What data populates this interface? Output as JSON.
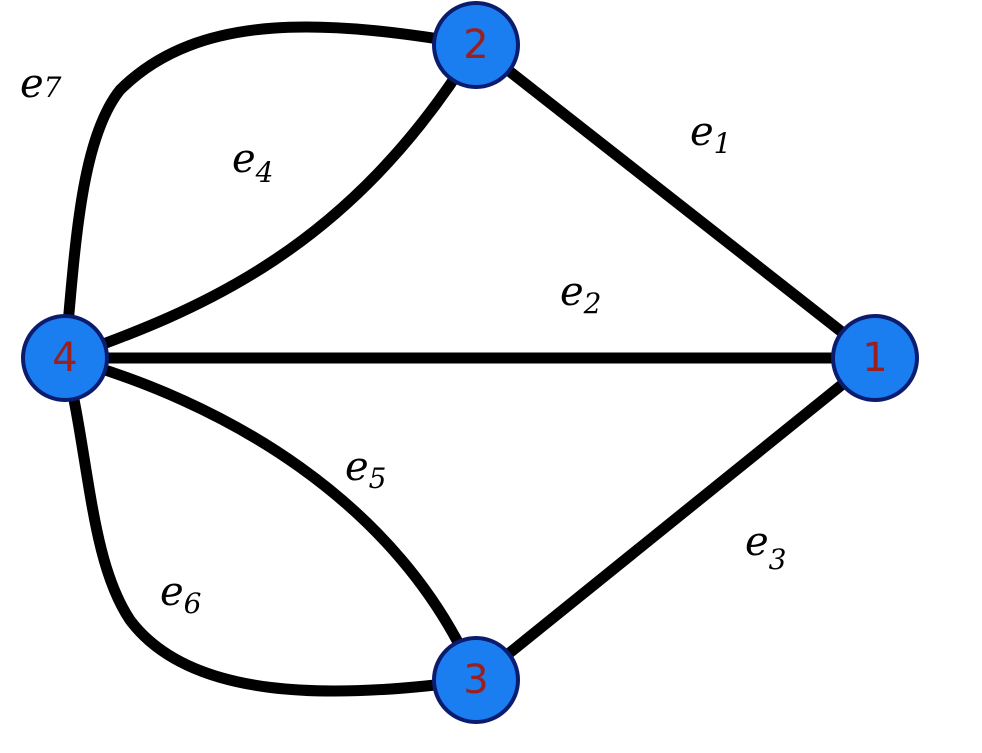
{
  "graph": {
    "nodes": [
      {
        "id": "1",
        "label": "1"
      },
      {
        "id": "2",
        "label": "2"
      },
      {
        "id": "3",
        "label": "3"
      },
      {
        "id": "4",
        "label": "4"
      }
    ],
    "edges": [
      {
        "id": "e1",
        "from": "2",
        "to": "1",
        "label_letter": "e",
        "label_sub": "1"
      },
      {
        "id": "e2",
        "from": "4",
        "to": "1",
        "label_letter": "e",
        "label_sub": "2"
      },
      {
        "id": "e3",
        "from": "3",
        "to": "1",
        "label_letter": "e",
        "label_sub": "3"
      },
      {
        "id": "e4",
        "from": "4",
        "to": "2",
        "label_letter": "e",
        "label_sub": "4"
      },
      {
        "id": "e5",
        "from": "4",
        "to": "3",
        "label_letter": "e",
        "label_sub": "5"
      },
      {
        "id": "e6",
        "from": "4",
        "to": "3",
        "label_letter": "e",
        "label_sub": "6"
      },
      {
        "id": "e7",
        "from": "4",
        "to": "2",
        "label_letter": "e",
        "label_sub": "7"
      }
    ],
    "colors": {
      "node_fill": "#1a7df0",
      "node_stroke": "#0b1b6e",
      "node_label": "#9a1f1f",
      "edge": "#000000"
    }
  }
}
